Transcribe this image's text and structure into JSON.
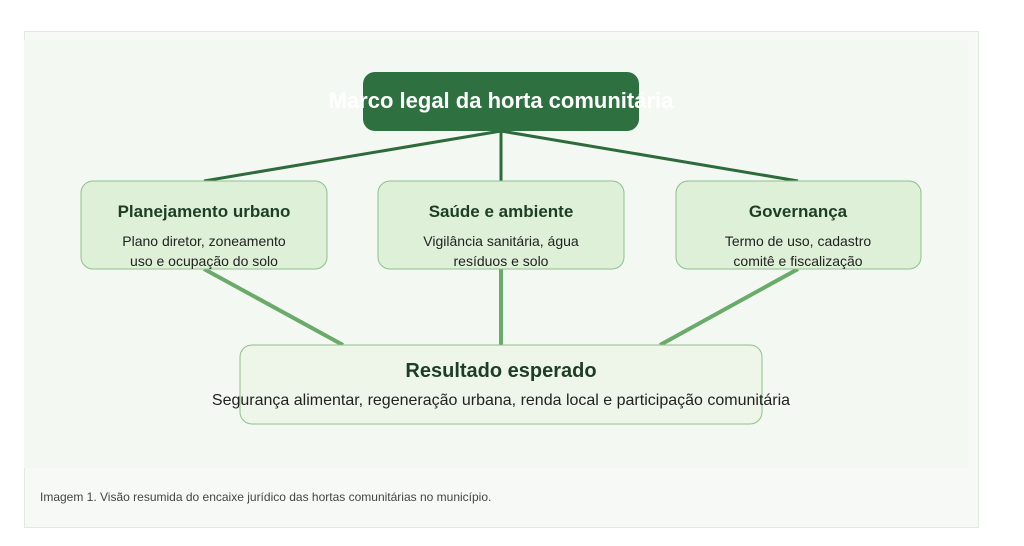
{
  "diagram": {
    "root": "Marco legal da horta comunitária",
    "branches": [
      {
        "title": "Planejamento urbano",
        "line1": "Plano diretor, zoneamento",
        "line2": "uso e ocupação do solo"
      },
      {
        "title": "Saúde e ambiente",
        "line1": "Vigilância sanitária, água",
        "line2": "resíduos e solo"
      },
      {
        "title": "Governança",
        "line1": "Termo de uso, cadastro",
        "line2": "comitê e fiscalização"
      }
    ],
    "result": {
      "title": "Resultado esperado",
      "text": "Segurança alimentar, regeneração urbana, renda local e participação comunitária"
    }
  },
  "caption": "Imagem 1. Visão resumida do encaixe jurídico das hortas comunitárias no município.",
  "colors": {
    "root": "#2e7040",
    "card_fill": "#dff0d8",
    "card_border": "#8cc08c",
    "result_fill": "#eef6ea",
    "line_top": "#2e6b3c",
    "line_bottom": "#6aaa6a"
  }
}
